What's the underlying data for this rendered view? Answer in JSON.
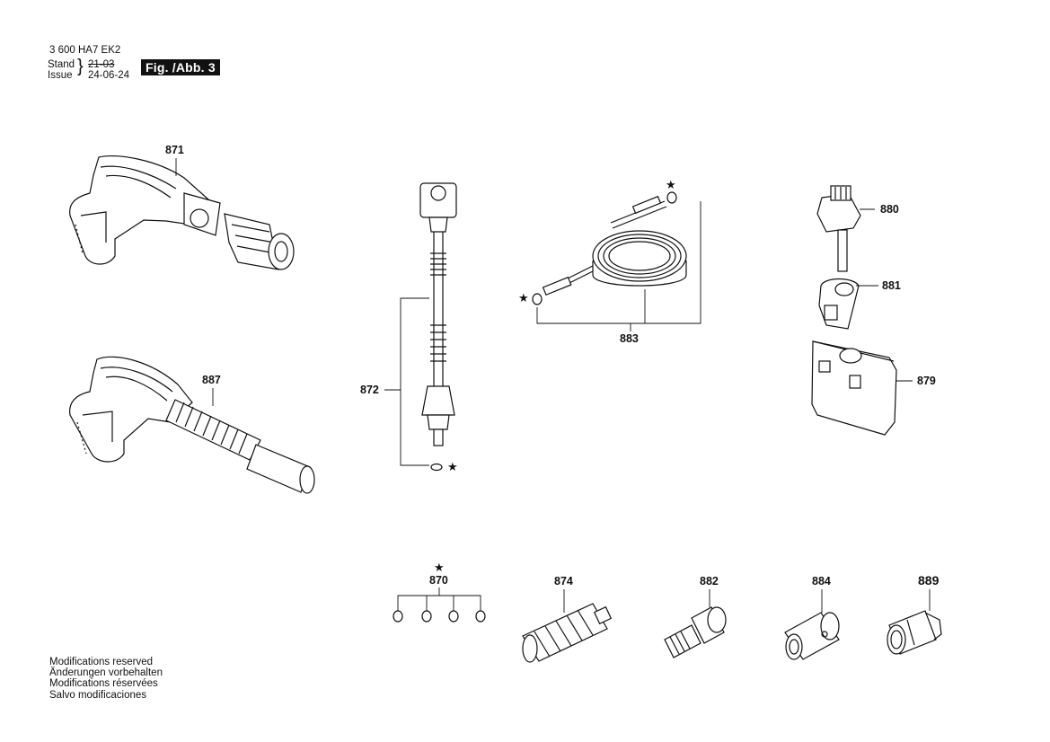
{
  "header": {
    "doc_number": "3 600 HA7 EK2",
    "stand_label": "Stand",
    "issue_label": "Issue",
    "stand_date": "21-03",
    "issue_date": "24-06-24",
    "figure_label": "Fig. /Abb. 3"
  },
  "parts": {
    "p871": "871",
    "p887": "887",
    "p872": "872",
    "p883": "883",
    "p880": "880",
    "p881": "881",
    "p879": "879",
    "p870": "870",
    "p874": "874",
    "p882": "882",
    "p884": "884",
    "p889": "889"
  },
  "footer": {
    "line1": "Modifications reserved",
    "line2": "Änderungen vorbehalten",
    "line3": "Modifications réservées",
    "line4": "Salvo modificaciones"
  }
}
